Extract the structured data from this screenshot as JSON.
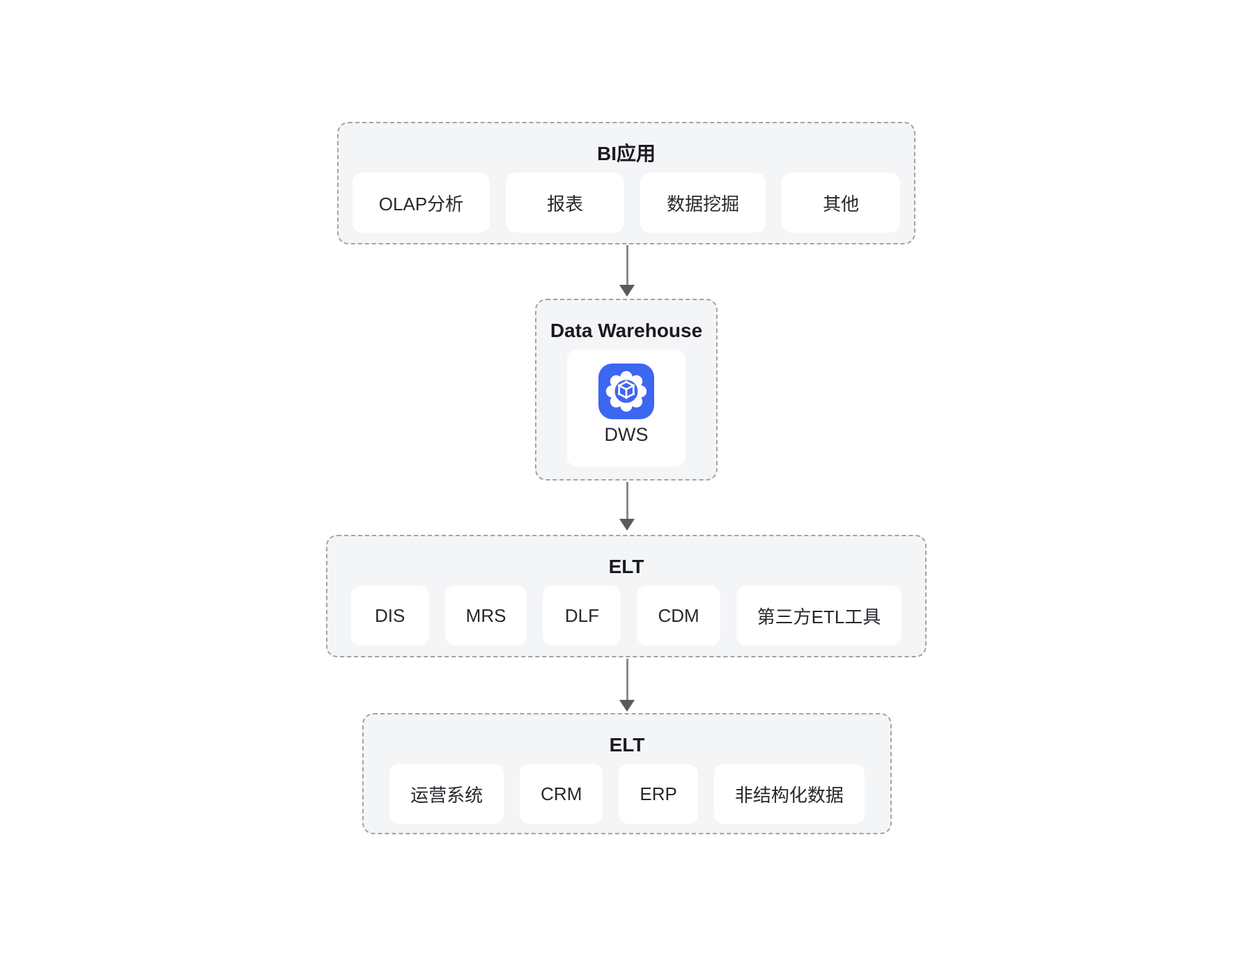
{
  "diagram": {
    "layers": {
      "bi": {
        "title": "BI应用",
        "items": [
          "OLAP分析",
          "报表",
          "数据挖掘",
          "其他"
        ]
      },
      "dw": {
        "title": "Data Warehouse",
        "service": "DWS",
        "icon": "gear-cube-icon"
      },
      "elt": {
        "title": "ELT",
        "items": [
          "DIS",
          "MRS",
          "DLF",
          "CDM",
          "第三方ETL工具"
        ]
      },
      "sources": {
        "title": "ELT",
        "items": [
          "运营系统",
          "CRM",
          "ERP",
          "非结构化数据"
        ]
      }
    },
    "colors": {
      "accent_blue": "#3d66f1",
      "group_fill": "#f4f5f7",
      "group_border": "#a3a3a3",
      "card_fill": "#ffffff",
      "title_text": "#191b1f",
      "card_text": "#26282d",
      "arrow_shaft": "#8a8a8a",
      "arrow_head": "#5a5a5a",
      "icon_glyph": "#ffffff"
    }
  }
}
